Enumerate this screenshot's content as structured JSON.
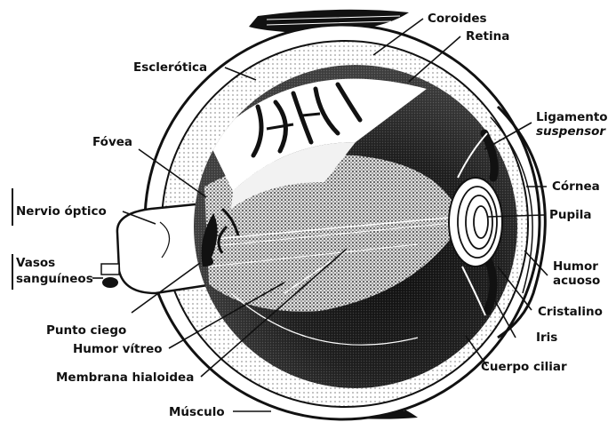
{
  "diagram": {
    "labels": {
      "coroides": "Coroides",
      "retina": "Retina",
      "esclerotica": "Esclerótica",
      "ligamento_1": "Ligamento",
      "ligamento_2": "suspensor",
      "fovea": "Fóvea",
      "cornea": "Córnea",
      "nervio_optico": "Nervio óptico",
      "pupila": "Pupila",
      "vasos_1": "Vasos",
      "vasos_2": "sanguíneos",
      "humor_acuoso_1": "Humor",
      "humor_acuoso_2": "acuoso",
      "cristalino": "Cristalino",
      "punto_ciego": "Punto ciego",
      "iris": "Iris",
      "humor_vitreo": "Humor vítreo",
      "cuerpo_ciliar": "Cuerpo ciliar",
      "membrana_hialoidea": "Membrana hialoidea",
      "musculo": "Músculo"
    },
    "colors": {
      "ink": "#111111",
      "background": "#ffffff"
    }
  }
}
